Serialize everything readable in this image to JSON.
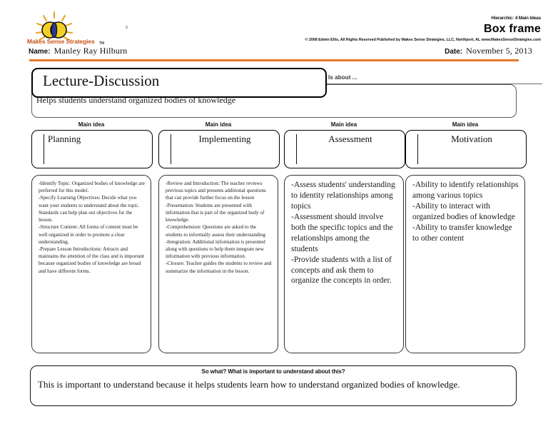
{
  "header": {
    "logo_caption": "Makes Sense Strategies",
    "logo_tm": "TM",
    "stray_mark": "s",
    "hierarchic": "Hierarchic: 4 Main Ideas",
    "form_title": "Box frame",
    "copyright": "© 2008 Edwin Ellis, All Rights Reserved   Published by Makes Sense Strategies, LLC, Northport, AL   www.MakesSenseStrategies.com",
    "name_label": "Name:",
    "name_value": "Manley Ray Hilburn",
    "date_label": "Date:",
    "date_value": "November 5, 2013",
    "rule_color": "#E8782A"
  },
  "topic": {
    "title": "Lecture-Discussion",
    "is_about_label": "Is about ...",
    "is_about_text": "Helps students understand organized bodies of knowledge"
  },
  "columns": [
    {
      "label": "Main idea",
      "idea": "Planning",
      "details": "-Identify Topic: Organized bodies of knowledge are preferred for this model.\n-Specify Learning Objectives: Decide what you want your students to understand about the topic. Standards can help plan out objectives for the lesson.\n-Structure Content: All forms of content must be well organized in order to promote a clear understanding.\n-Prepare Lesson Introductions: Attracts and maintains the attention of the class and is important because organized bodies of knowledge are broad and have different forms."
    },
    {
      "label": "Main idea",
      "idea": "Implementing",
      "details": "-Review and Introduction: The teacher reviews previous topics and presents additional questions that can provide further focus on the lesson\n-Presentation: Students are presented with information that is part of the organized body of knowledge.\n-Comprehension: Questions are asked to the students to informally assess their understanding\n-Integration: Additional information is presented along with questions to help them integrate new information with previous information.\n-Closure: Teacher guides the students to review and summarize the information in the lesson."
    },
    {
      "label": "Main idea",
      "idea": "Assessment",
      "details": "-Assess students' understanding to identity relationships among topics\n-Assessment should involve both the specific topics and the relationships among the students\n-Provide students with a list of concepts and ask them to organize the concepts in order."
    },
    {
      "label": "Main idea",
      "idea": "Motivation",
      "details": "-Ability to identify relationships among various topics\n-Ability to interact with organized bodies of knowledge\n-Ability to transfer knowledge to other content"
    }
  ],
  "so_what": {
    "label": "So what? What is important to understand about this?",
    "text": "This is important to understand because it helps students learn how to understand organized bodies of knowledge."
  }
}
